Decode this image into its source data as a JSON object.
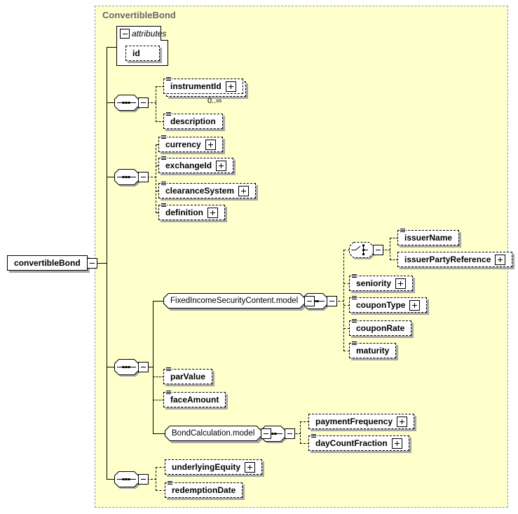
{
  "diagram": {
    "title": "ConvertibleBond",
    "colors": {
      "container_background": "#FFFFCC",
      "container_border": "#999999",
      "shadow": "#A9A9A9",
      "title_text": "#666666",
      "line": "#000000"
    },
    "root": {
      "label": "convertibleBond"
    },
    "attributes_group": {
      "header": "attributes",
      "items": [
        {
          "label": "id"
        }
      ]
    },
    "content": {
      "seq1": {
        "items": [
          {
            "label": "instrumentId",
            "occurs": "0..∞"
          },
          {
            "label": "description"
          }
        ]
      },
      "seq2": {
        "items": [
          {
            "label": "currency"
          },
          {
            "label": "exchangeId"
          },
          {
            "label": "clearanceSystem"
          },
          {
            "label": "definition"
          }
        ]
      },
      "seq3": {
        "fixed_income_model": {
          "label": "FixedIncomeSecurityContent.model",
          "choice": {
            "items": [
              {
                "label": "issuerName"
              },
              {
                "label": "issuerPartyReference"
              }
            ]
          },
          "items": [
            {
              "label": "seniority"
            },
            {
              "label": "couponType"
            },
            {
              "label": "couponRate"
            },
            {
              "label": "maturity"
            }
          ]
        },
        "items": [
          {
            "label": "parValue"
          },
          {
            "label": "faceAmount"
          }
        ],
        "bond_calculation_model": {
          "label": "BondCalculation.model",
          "items": [
            {
              "label": "paymentFrequency"
            },
            {
              "label": "dayCountFraction"
            }
          ]
        }
      },
      "seq4": {
        "items": [
          {
            "label": "underlyingEquity"
          },
          {
            "label": "redemptionDate"
          }
        ]
      }
    }
  }
}
